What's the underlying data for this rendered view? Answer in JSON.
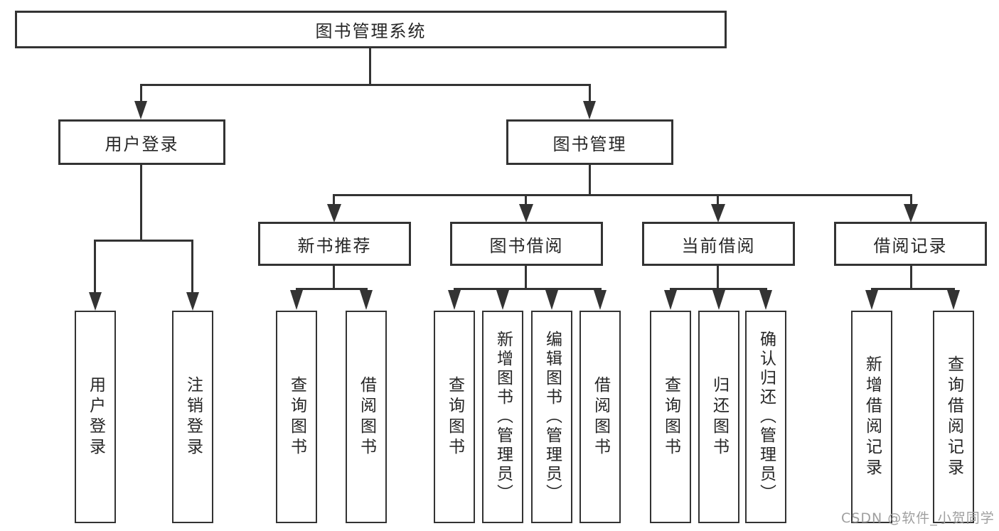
{
  "diagram": {
    "root": {
      "label": "图书管理系统"
    },
    "branches": [
      {
        "label": "用户登录",
        "children": [
          {
            "label": "用户登录"
          },
          {
            "label": "注销登录"
          }
        ]
      },
      {
        "label": "图书管理",
        "children": [
          {
            "label": "新书推荐",
            "children": [
              {
                "label": "查询图书"
              },
              {
                "label": "借阅图书"
              }
            ]
          },
          {
            "label": "图书借阅",
            "children": [
              {
                "label": "查询图书"
              },
              {
                "label": "新增图书（管理员）"
              },
              {
                "label": "编辑图书（管理员）"
              },
              {
                "label": "借阅图书"
              }
            ]
          },
          {
            "label": "当前借阅",
            "children": [
              {
                "label": "查询图书"
              },
              {
                "label": "归还图书"
              },
              {
                "label": "确认归还（管理员）"
              }
            ]
          },
          {
            "label": "借阅记录",
            "children": [
              {
                "label": "新增借阅记录"
              },
              {
                "label": "查询借阅记录"
              }
            ]
          }
        ]
      }
    ]
  },
  "watermark": {
    "text": "CSDN @软件_小贺同学"
  },
  "style": {
    "line_color": "#333333",
    "text_color": "#262626",
    "background": "#ffffff",
    "watermark_color": "#9f9f9f"
  }
}
